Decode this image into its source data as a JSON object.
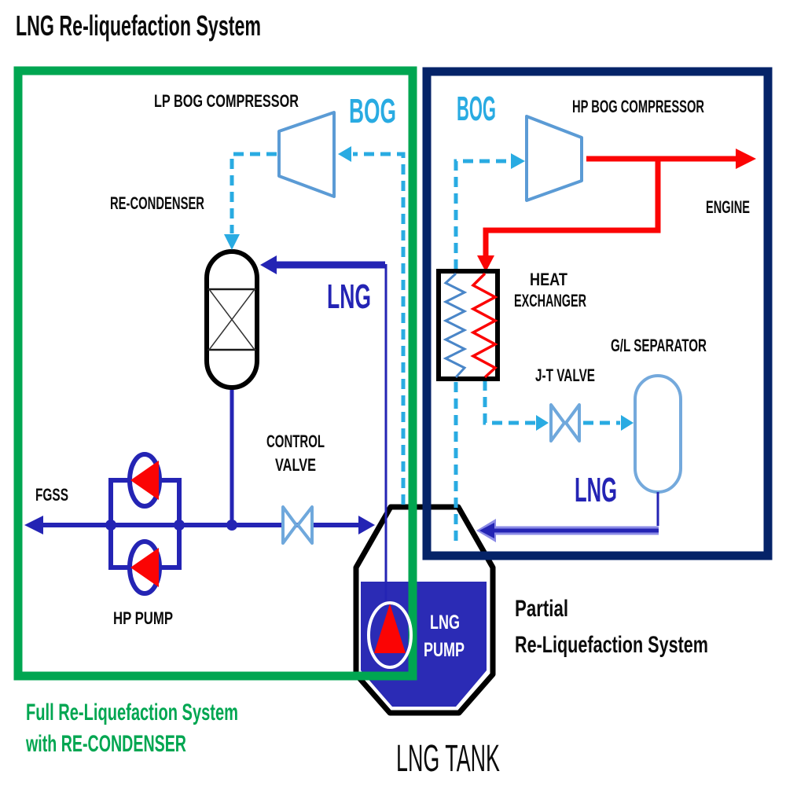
{
  "title": "LNG Re-liquefaction System",
  "colors": {
    "bog-cyan": "#29ABE2",
    "lng-blue": "#2424B4",
    "accent-green": "#00A651",
    "box-navy": "#052368",
    "flow-red": "#FB0404",
    "comp-blue": "#5B9BD5",
    "valve-blue": "#6FA8DC",
    "sep-blue": "#74A9DC",
    "tank-blue": "#2B2BB5",
    "hx-blue": "#4A86C8",
    "arrow-lt": "#8A8AE6"
  },
  "full_system": {
    "caption_line1": "Full Re-Liquefaction System",
    "caption_line2": "with RE-CONDENSER",
    "labels": {
      "lp_bog_compressor": "LP BOG COMPRESSOR",
      "bog": "BOG",
      "re_condenser": "RE-CONDENSER",
      "lng": "LNG",
      "control_valve_line1": "CONTROL",
      "control_valve_line2": "VALVE",
      "fgss": "FGSS",
      "hp_pump": "HP PUMP"
    }
  },
  "partial_system": {
    "caption_line1": "Partial",
    "caption_line2": "Re-Liquefaction System",
    "labels": {
      "bog": "BOG",
      "hp_bog_compressor": "HP BOG COMPRESSOR",
      "engine": "ENGINE",
      "heat_exchanger_line1": "HEAT",
      "heat_exchanger_line2": "EXCHANGER",
      "jt_valve": "J-T VALVE",
      "gl_separator": "G/L SEPARATOR",
      "lng": "LNG"
    }
  },
  "tank": {
    "label": "LNG TANK",
    "pump_label_line1": "LNG",
    "pump_label_line2": "PUMP"
  }
}
